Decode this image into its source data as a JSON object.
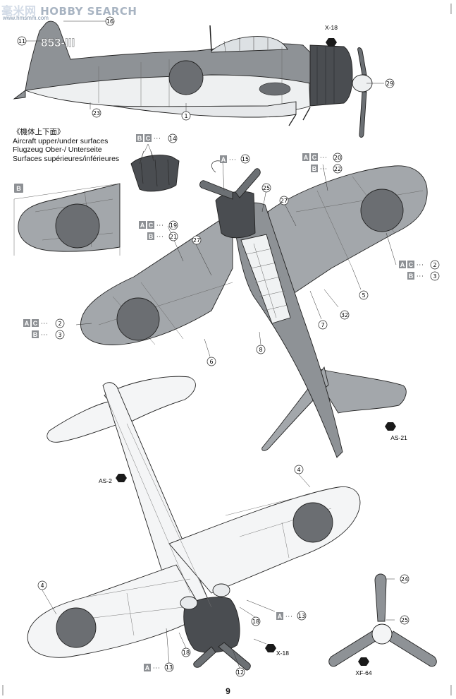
{
  "watermark": {
    "cn": "毫米网",
    "en": "HOBBY SEARCH",
    "url": "www.hmsmm.com"
  },
  "heading": {
    "jp": "《機体上下面》",
    "en": "Aircraft upper/under surfaces",
    "de": "Flugzeug Ober-/ Unterseite",
    "fr": "Surfaces supérieures/inférieures"
  },
  "page_number": "9",
  "side_view": {
    "tail_code": "853-III"
  },
  "inset_label": "B",
  "callouts": {
    "c11": {
      "num": "11"
    },
    "c16": {
      "num": "16"
    },
    "c23": {
      "num": "23"
    },
    "c1": {
      "num": "1"
    },
    "c29": {
      "num": "29"
    },
    "x18top": {
      "code": "X-18"
    },
    "bc14": {
      "b1": "B",
      "b2": "C",
      "num": "14"
    },
    "a15": {
      "b1": "A",
      "num": "15"
    },
    "c25a": {
      "num": "25"
    },
    "c27a": {
      "num": "27"
    },
    "ac20": {
      "b1": "A",
      "b2": "C",
      "num": "20"
    },
    "b22": {
      "b1": "B",
      "num": "22"
    },
    "ac19": {
      "b1": "A",
      "b2": "C",
      "num": "19"
    },
    "b21": {
      "b1": "B",
      "num": "21"
    },
    "c27b": {
      "num": "27"
    },
    "ac2r": {
      "b1": "A",
      "b2": "C",
      "num": "2"
    },
    "b3r": {
      "b1": "B",
      "num": "3"
    },
    "c5": {
      "num": "5"
    },
    "c7": {
      "num": "7"
    },
    "c32": {
      "num": "32"
    },
    "ac2l": {
      "b1": "A",
      "b2": "C",
      "num": "2"
    },
    "b3l": {
      "b1": "B",
      "num": "3"
    },
    "c6": {
      "num": "6"
    },
    "c8": {
      "num": "8"
    },
    "as21": {
      "code": "AS-21"
    },
    "as2": {
      "code": "AS-2"
    },
    "c4r": {
      "num": "4"
    },
    "c4l": {
      "num": "4"
    },
    "c24": {
      "num": "24"
    },
    "c25b": {
      "num": "25"
    },
    "a13r": {
      "b1": "A",
      "num": "13"
    },
    "c18r": {
      "num": "18"
    },
    "x18bot": {
      "code": "X-18"
    },
    "c18l": {
      "num": "18"
    },
    "a13l": {
      "b1": "A",
      "num": "13"
    },
    "c12": {
      "num": "12"
    },
    "xf64": {
      "code": "XF-64"
    }
  }
}
